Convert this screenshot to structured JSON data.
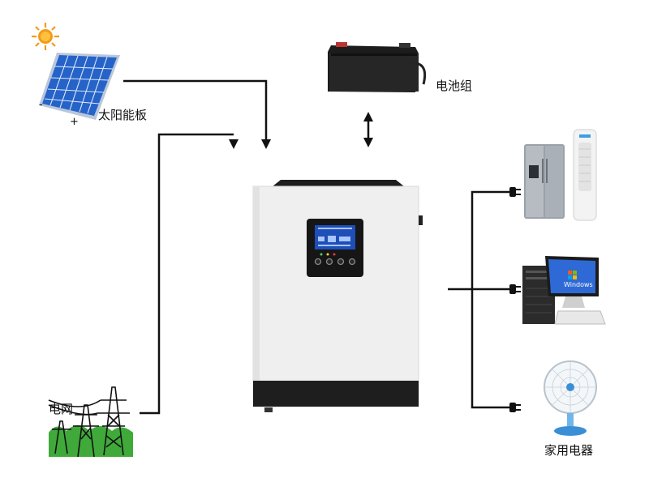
{
  "labels": {
    "solar_panel": "太阳能板",
    "battery": "电池组",
    "grid": "电网",
    "appliances": "家用电器"
  },
  "panel_signs": {
    "minus": "-",
    "plus": "+"
  },
  "monitor_text": "Windows",
  "colors": {
    "line": "#111111",
    "panel_blue": "#2563c9",
    "sun": "#f39a1b",
    "inverter_body": "#efefef",
    "inverter_base": "#1e1e1e",
    "lcd": "#1e4fb8",
    "grass": "#3faa3a"
  },
  "icons": [
    "sun-icon",
    "solar-panel-icon",
    "battery-icon",
    "power-tower-icon",
    "refrigerator-icon",
    "air-conditioner-icon",
    "computer-icon",
    "fan-icon",
    "plug-icon"
  ]
}
